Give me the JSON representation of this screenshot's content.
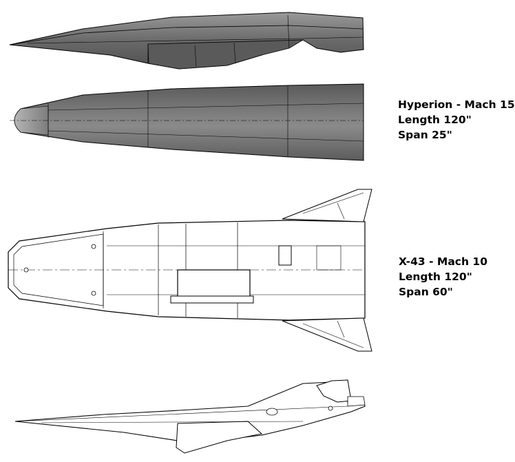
{
  "hyperion": {
    "name_speed": "Hyperion - Mach 15",
    "length": "Length 120\"",
    "span": "Span 25\""
  },
  "x43": {
    "name_speed": "X-43 - Mach 10",
    "length": "Length 120\"",
    "span": "Span 60\""
  },
  "colors": {
    "hyperion_fill": "#6e6e6e",
    "hyperion_fill_dark": "#555555",
    "hyperion_highlight": "#b8b8b8",
    "line": "#000000",
    "x43_fill": "#ffffff"
  }
}
